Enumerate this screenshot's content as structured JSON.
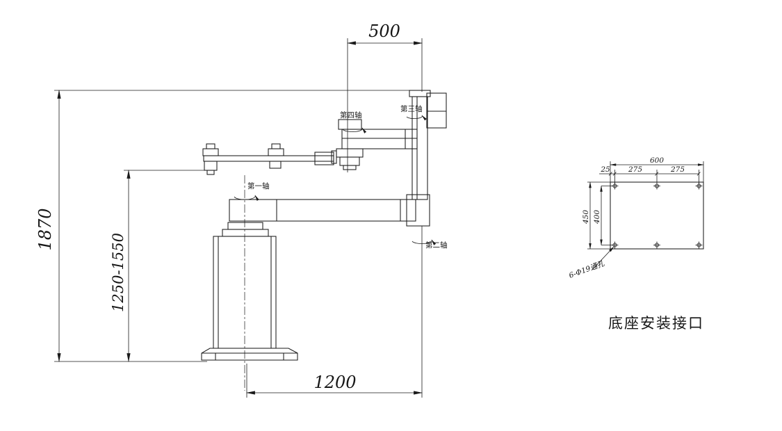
{
  "side_view": {
    "dim_top_offset": "500",
    "dim_overall_height": "1870",
    "dim_stroke_range": "1250-1550",
    "dim_reach": "1200",
    "axis_1_label": "第一轴",
    "axis_2_label": "第二轴",
    "axis_3_label": "第三轴",
    "axis_4_label": "第四轴"
  },
  "base_view": {
    "caption": "底座安装接口",
    "dim_width": "600",
    "dim_edge_offset": "25",
    "dim_hole_span_1": "275",
    "dim_hole_span_2": "275",
    "dim_height": "450",
    "dim_row_span": "400",
    "hole_note": "6-Φ19通孔"
  },
  "colors": {
    "line": "#1a1a1a",
    "background": "#ffffff"
  }
}
